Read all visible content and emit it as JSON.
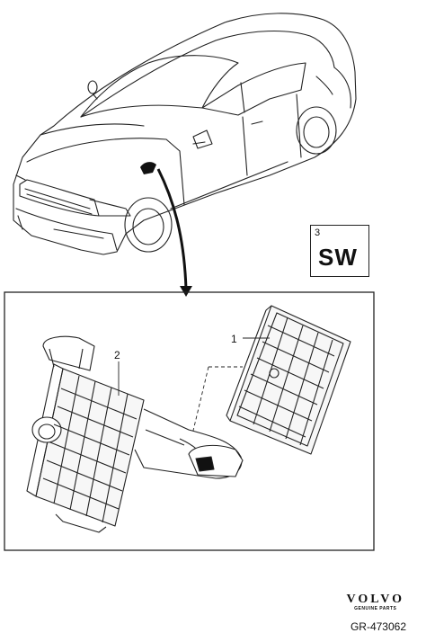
{
  "sw_badge": {
    "number": "3",
    "code": "SW"
  },
  "callouts": {
    "item1": "1",
    "item2": "2"
  },
  "brand": {
    "name": "VOLVO",
    "tagline": "GENUINE PARTS"
  },
  "diagram_ref": "GR-473062"
}
